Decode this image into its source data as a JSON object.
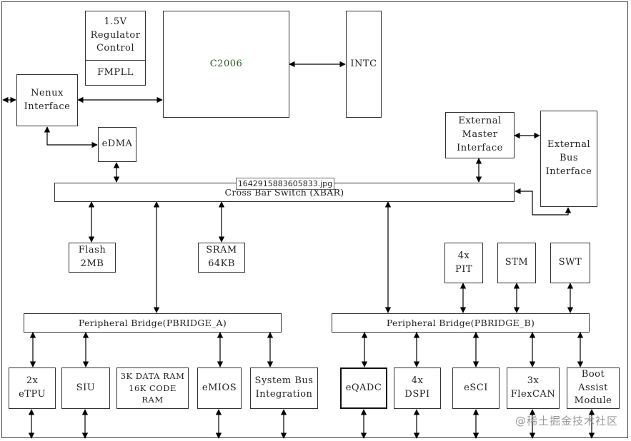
{
  "blocks": {
    "regulator": "1.5V\nRegulator\nControl",
    "fmpll": "FMPLL",
    "core": "C2006",
    "intc": "INTC",
    "nexus": "Nenux\nInterface",
    "edma": "eDMA",
    "ext_master": "External\nMaster\nInterface",
    "ext_bus": "External\nBus\nInterface",
    "xbar": "Cross Bar Switch (XBAR)",
    "flash": "Flash\n2MB",
    "sram": "SRAM\n64KB",
    "pit": "4x\nPIT",
    "stm": "STM",
    "swt": "SWT",
    "pbridge_a": "Peripheral Bridge(PBRIDGE_A)",
    "pbridge_b": "Peripheral Bridge(PBRIDGE_B)",
    "etpu": "2x\neTPU",
    "siu": "SIU",
    "data_ram": "3K DATA RAM\n16K CODE RAM",
    "emios": "eMIOS",
    "sbi": "System Bus\nIntegration",
    "eqadc": "eQADC",
    "dspi": "4x\nDSPI",
    "esci": "eSCI",
    "flexcan": "3x\nFlexCAN",
    "bam": "Boot\nAssist\nModule"
  },
  "file_label": "1642915883605833.jpg",
  "watermark": "@稀土掘金技术社区"
}
